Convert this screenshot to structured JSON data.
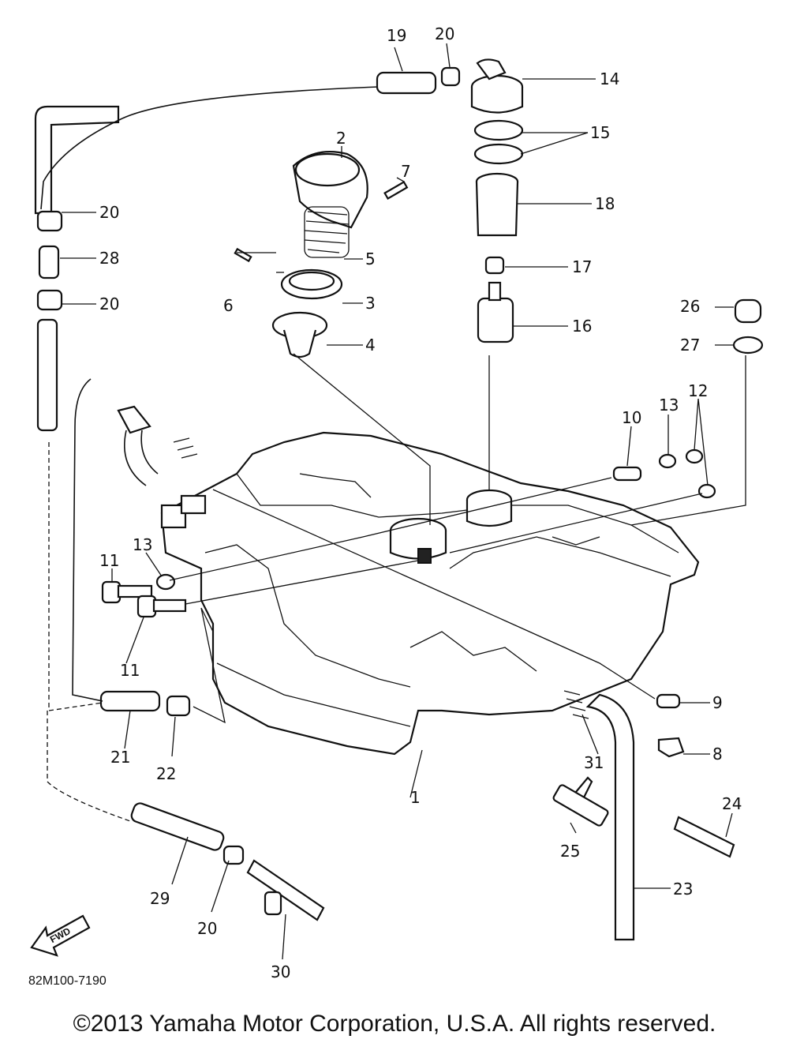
{
  "diagram": {
    "drawing_code": "82M100-7190",
    "fwd_label": "FWD",
    "callouts": {
      "p1": "1",
      "p2": "2",
      "p3": "3",
      "p4": "4",
      "p5": "5",
      "p6": "6",
      "p7": "7",
      "p8": "8",
      "p9": "9",
      "p10": "10",
      "p11a": "11",
      "p11b": "11",
      "p12": "12",
      "p13a": "13",
      "p13b": "13",
      "p14": "14",
      "p15": "15",
      "p16": "16",
      "p17": "17",
      "p18": "18",
      "p19": "19",
      "p20a": "20",
      "p20b": "20",
      "p20c": "20",
      "p20d": "20",
      "p21": "21",
      "p22": "22",
      "p23": "23",
      "p24": "24",
      "p25": "25",
      "p26": "26",
      "p27": "27",
      "p28": "28",
      "p29": "29",
      "p30": "30",
      "p31": "31"
    }
  },
  "copyright": "©2013 Yamaha Motor Corporation, U.S.A. All rights reserved."
}
